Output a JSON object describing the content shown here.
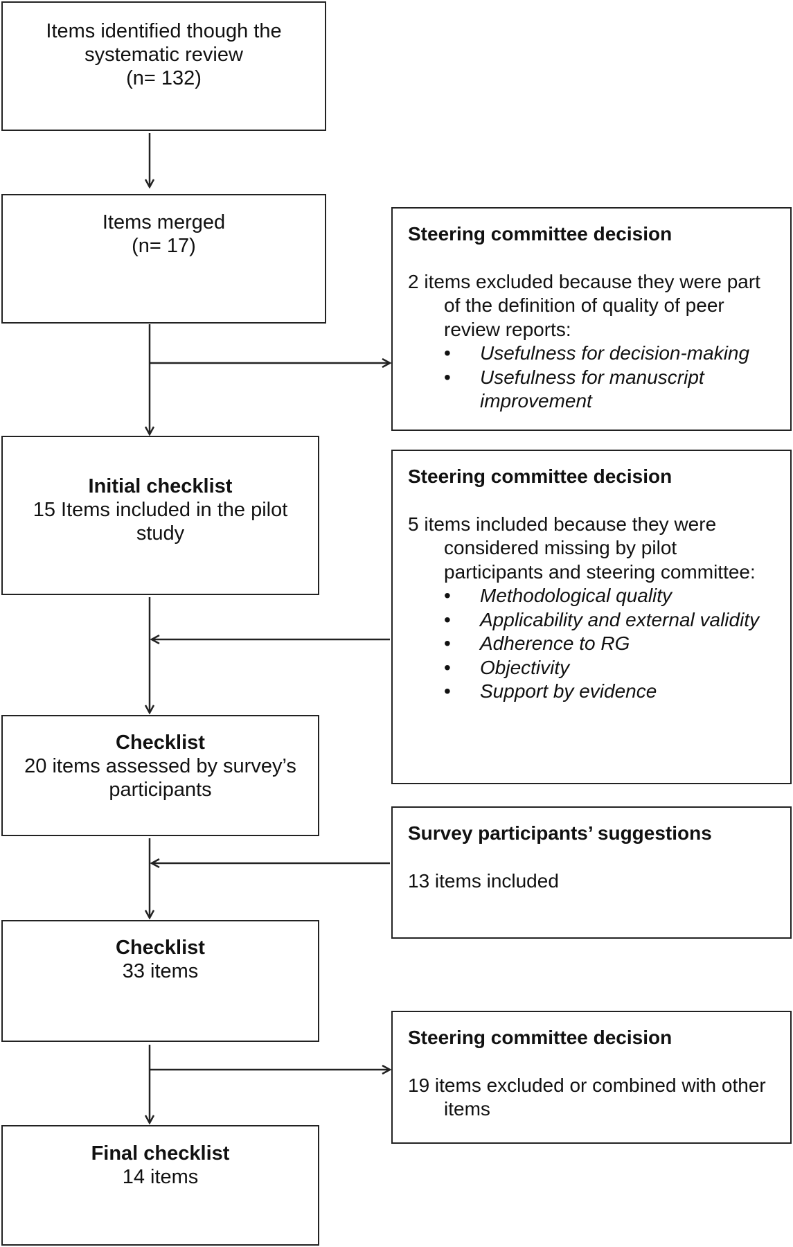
{
  "left": [
    {
      "lines": [
        "Items identified though the",
        "systematic review",
        "(n= 132)"
      ]
    },
    {
      "lines": [
        "Items merged",
        "(n= 17)"
      ]
    },
    {
      "title": "Initial checklist",
      "lines": [
        "15 Items included in the pilot",
        "study"
      ]
    },
    {
      "title": "Checklist",
      "lines": [
        "20 items assessed by survey’s",
        "participants"
      ]
    },
    {
      "title": "Checklist",
      "lines": [
        "33 items"
      ]
    },
    {
      "title": "Final checklist",
      "lines": [
        "14 items"
      ]
    }
  ],
  "right": [
    {
      "title": "Steering committee decision",
      "text": "2 items excluded because they were part of the definition of quality of peer review reports:",
      "bullets": [
        "Usefulness for decision-making",
        "Usefulness for manuscript improvement"
      ]
    },
    {
      "title": "Steering committee decision",
      "text": "5 items included because they were considered missing by pilot participants and steering committee:",
      "bullets": [
        "Methodological quality",
        "Applicability and external validity",
        "Adherence to RG",
        "Objectivity",
        "Support by evidence"
      ]
    },
    {
      "title": "Survey participants’ suggestions",
      "text": "13 items included",
      "bullets": []
    },
    {
      "title": "Steering committee decision",
      "text": "19 items excluded or combined with other items",
      "bullets": []
    }
  ]
}
